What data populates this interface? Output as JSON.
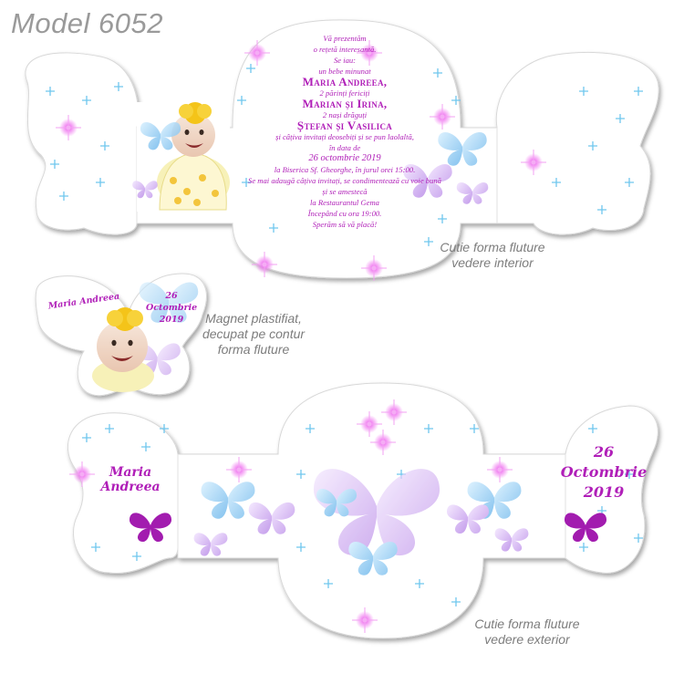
{
  "model_title": "Model 6052",
  "interior": {
    "caption": [
      "Cutie forma fluture",
      "vedere interior"
    ],
    "lines": [
      {
        "text": "Vă prezentăm",
        "cls": ""
      },
      {
        "text": "o rețetă interesantă.",
        "cls": ""
      },
      {
        "text": "Se iau:",
        "cls": ""
      },
      {
        "text": "un bebe minunat",
        "cls": ""
      },
      {
        "text": "Maria Andreea,",
        "cls": "big"
      },
      {
        "text": "2 părinți fericiți",
        "cls": ""
      },
      {
        "text": "Marian și Irina,",
        "cls": "big"
      },
      {
        "text": "2 nași drăguți",
        "cls": ""
      },
      {
        "text": "Ștefan și Vasilica",
        "cls": "big"
      },
      {
        "text": "și câțiva invitați deosebiți și se pun laolaltă,",
        "cls": ""
      },
      {
        "text": "în data de",
        "cls": ""
      },
      {
        "text": "26 octombrie 2019",
        "cls": "mid"
      },
      {
        "text": "la Biserica Sf. Gheorghe, în jurul orei 15:00.",
        "cls": ""
      },
      {
        "text": "Se mai adaugă câțiva invitați,  se condimentează cu voie bună",
        "cls": ""
      },
      {
        "text": "și se amestecă",
        "cls": ""
      },
      {
        "text": "la Restaurantul Gema",
        "cls": ""
      },
      {
        "text": "Începând cu ora 19:00.",
        "cls": ""
      },
      {
        "text": "Sperăm să vă placă!",
        "cls": ""
      }
    ]
  },
  "magnet": {
    "name": "Maria Andreea",
    "date_day": "26",
    "date_month": "Octombrie",
    "date_year": "2019",
    "caption": [
      "Magnet plastifiat,",
      "decupat pe contur",
      "forma fluture"
    ]
  },
  "exterior": {
    "name": "Maria Andreea",
    "date_day": "26",
    "date_month": "Octombrie",
    "date_year": "2019",
    "caption": [
      "Cutie forma fluture",
      "vedere exterior"
    ]
  },
  "colors": {
    "accent": "#b01fb8",
    "butterfly_purple": "#a21caf",
    "butterfly_blue": "#7cc4f0",
    "butterfly_lilac": "#c9a4f0",
    "sparkle_pink": "#e070e0",
    "sparkle_blue": "#6fc6ee",
    "caption_gray": "#7d7d7d"
  }
}
